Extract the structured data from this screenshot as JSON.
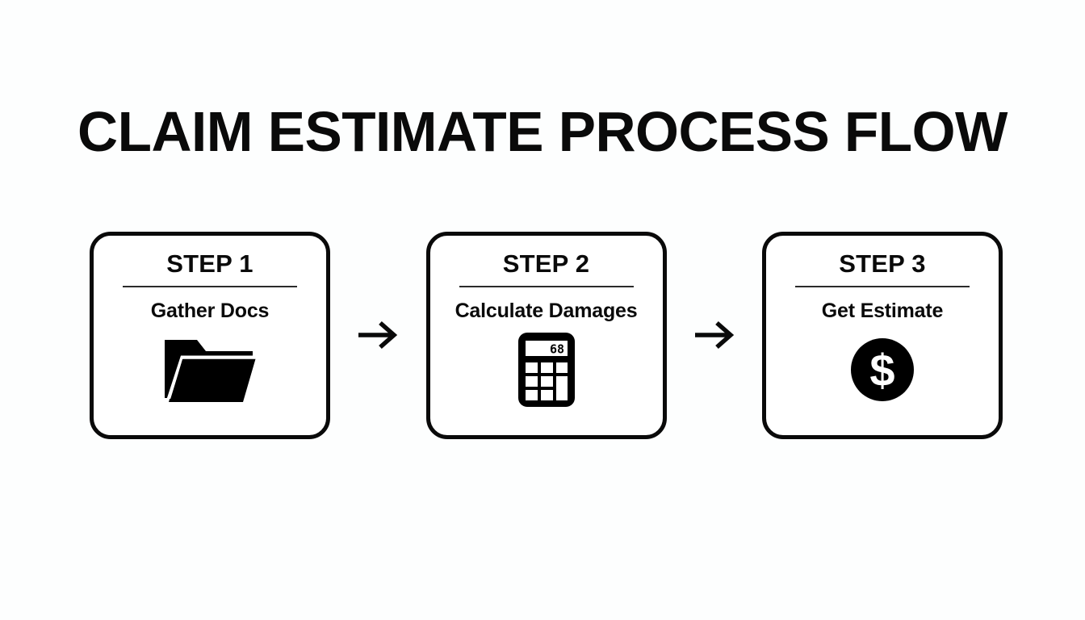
{
  "page": {
    "title": "CLAIM ESTIMATE PROCESS FLOW",
    "background_color": "#fdfefe",
    "ink_color": "#0a0a0a"
  },
  "flow": {
    "arrow_glyph": "→",
    "arrow_1_name": "arrow-step1-to-step2",
    "arrow_2_name": "arrow-step2-to-step3",
    "steps": [
      {
        "step_label": "STEP 1",
        "subtitle": "Gather Docs",
        "icon": "folder-icon"
      },
      {
        "step_label": "STEP 2",
        "subtitle": "Calculate Damages",
        "icon": "calculator-icon",
        "display_value": "68"
      },
      {
        "step_label": "STEP 3",
        "subtitle": "Get Estimate",
        "icon": "dollar-circle-icon",
        "currency_symbol": "$"
      }
    ]
  }
}
